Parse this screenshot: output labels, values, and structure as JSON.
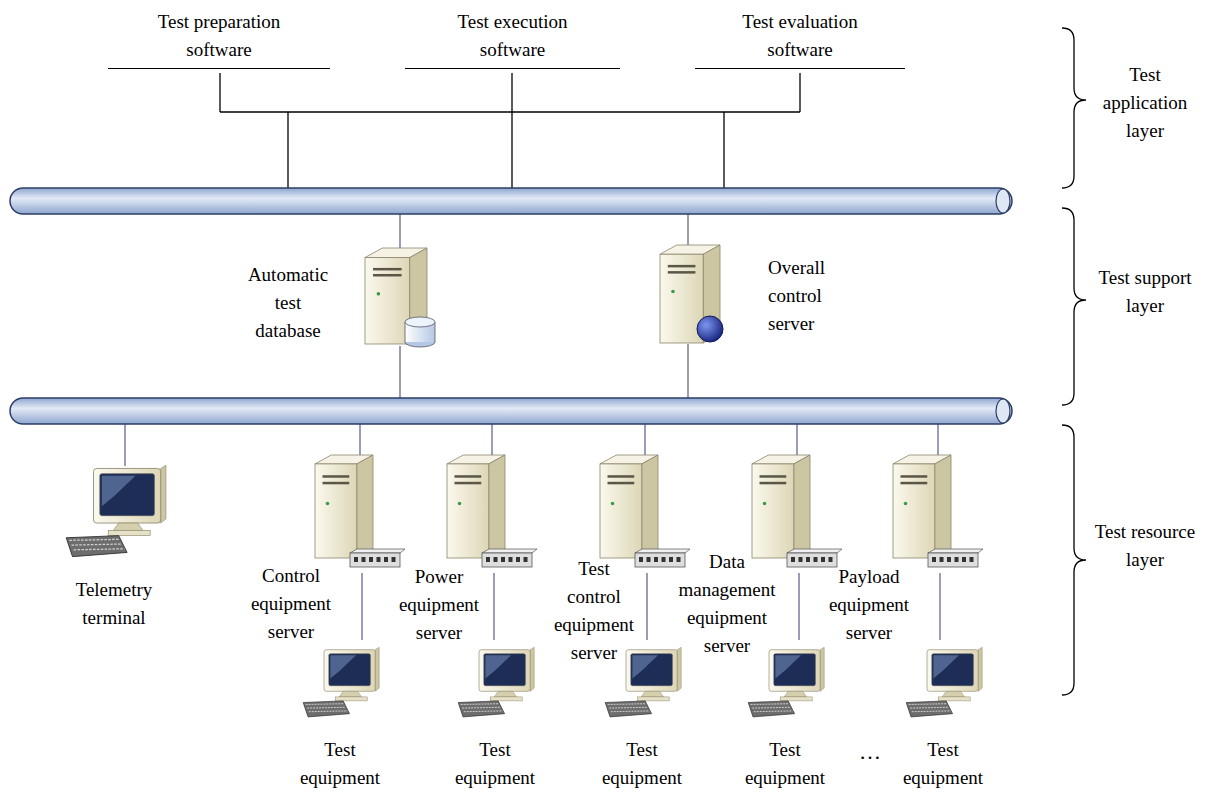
{
  "diagram": {
    "nodes": [
      {
        "text": [
          "Test preparation software"
        ]
      },
      {
        "text": [
          "Test execution software"
        ]
      },
      {
        "text": [
          "Test evaluation software"
        ]
      },
      {
        "text": [
          "Automatic test database"
        ]
      },
      {
        "text": [
          "Overall control server"
        ]
      },
      {
        "text": [
          "Telemetry terminal"
        ]
      },
      {
        "text": [
          "Control equipment server"
        ]
      },
      {
        "text": [
          "Power equipment server"
        ]
      },
      {
        "text": [
          "Test control equipment server"
        ]
      },
      {
        "text": [
          "Data management equipment server"
        ]
      },
      {
        "text": [
          "Payload equipment server"
        ]
      },
      {
        "text": [
          "Test equipment"
        ]
      },
      {
        "text": [
          "Test equipment"
        ]
      },
      {
        "text": [
          "Test equipment"
        ]
      },
      {
        "text": [
          "Test equipment"
        ]
      },
      {
        "text": [
          "Test equipment"
        ]
      }
    ],
    "edges": [
      {
        "from": 6,
        "to": 11,
        "arrow": "none"
      },
      {
        "from": 7,
        "to": 12,
        "arrow": "none"
      },
      {
        "from": 8,
        "to": 13,
        "arrow": "none"
      },
      {
        "from": 9,
        "to": 14,
        "arrow": "none"
      },
      {
        "from": 10,
        "to": 15,
        "arrow": "none"
      }
    ],
    "labels": [
      "Test application layer",
      "Test support layer",
      "Test resource layer",
      "…"
    ]
  }
}
